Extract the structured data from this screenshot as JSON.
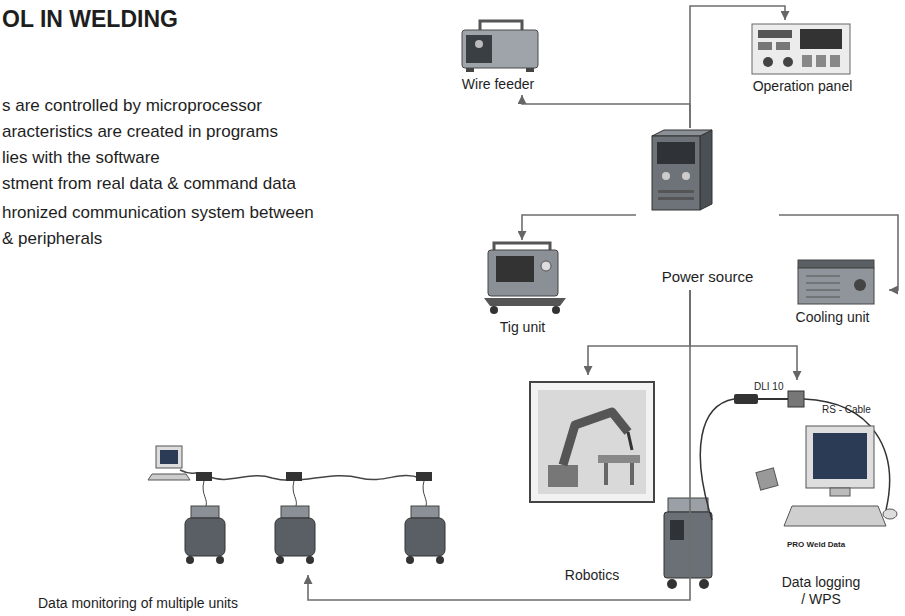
{
  "diagram": {
    "title": "OL IN WELDING",
    "nodes": [
      {
        "text": [
          "Wire feeder"
        ]
      },
      {
        "text": [
          "Operation panel"
        ]
      },
      {
        "text": [
          "Power source"
        ]
      },
      {
        "text": [
          "Tig unit"
        ]
      },
      {
        "text": [
          "Cooling unit"
        ]
      },
      {
        "text": [
          "Robotics"
        ]
      },
      {
        "text": [
          "Data logging / WPS"
        ]
      },
      {
        "text": [
          "Data monitoring of multiple units"
        ]
      }
    ],
    "edges": [
      {
        "from": 2,
        "to": 1,
        "arrow": "to"
      },
      {
        "from": 2,
        "to": 0,
        "arrow": "to"
      },
      {
        "from": 2,
        "to": 3,
        "arrow": "to"
      },
      {
        "from": 2,
        "to": 4,
        "arrow": "to"
      },
      {
        "from": 2,
        "to": 5,
        "arrow": "to"
      },
      {
        "from": 2,
        "to": 6,
        "arrow": "to"
      },
      {
        "from": 2,
        "to": 7,
        "arrow": "to"
      }
    ],
    "labels": [
      "s are controlled by microprocessor",
      "aracteristics are created in programs",
      "lies with the software",
      "stment from real data & command data",
      "hronized communication system between & peripherals",
      "DLI 10",
      "RS - Cable",
      "PRO Weld Data"
    ]
  }
}
